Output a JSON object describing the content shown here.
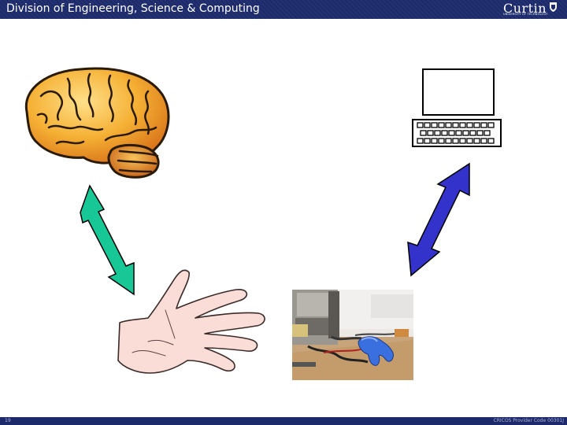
{
  "header": {
    "title": "Division of Engineering, Science & Computing",
    "logo_text": "Curtin",
    "logo_subtext": "UNIVERSITY OF TECHNOLOGY"
  },
  "footer": {
    "page_number": "19",
    "cricos": "CRICOS Provider Code 00301J"
  },
  "colors": {
    "header_bg": "#1c2a6b",
    "arrow_green": "#17c896",
    "arrow_blue": "#3333cc",
    "brain": "#f5a623",
    "hand": "#f7d8d0"
  },
  "icons": [
    "brain-icon",
    "computer-icon",
    "hand-icon",
    "robot-hand-photo",
    "green-double-arrow-icon",
    "blue-double-arrow-icon"
  ]
}
